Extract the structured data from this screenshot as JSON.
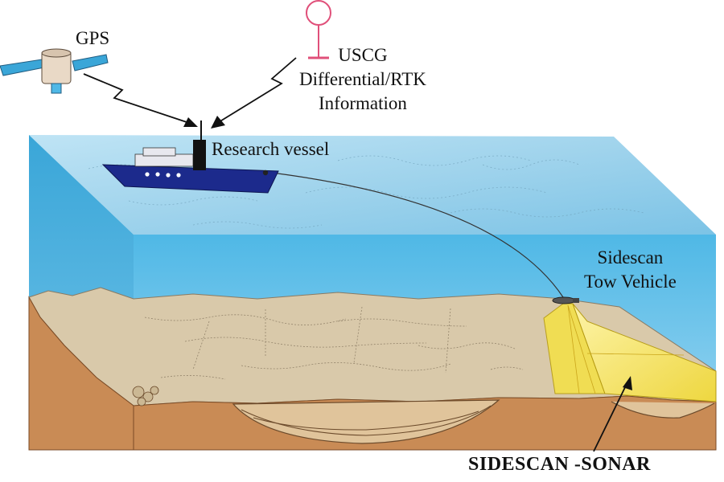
{
  "labels": {
    "gps": "GPS",
    "uscg_line1": "USCG",
    "uscg_line2": "Differential/RTK",
    "uscg_line3": "Information",
    "vessel": "Research vessel",
    "tow_line1": "Sidescan",
    "tow_line2": "Tow Vehicle",
    "sonar": "SIDESCAN -SONAR"
  },
  "colors": {
    "water_top": "#9fd3ec",
    "water_front": "#5cc0e8",
    "water_side": "#3aa9d9",
    "seafloor": "#d9c9aa",
    "sediment": "#c98b55",
    "hull": "#1c2a8c",
    "sonar_swath": "#f3e04a",
    "beacon": "#e0507a"
  }
}
